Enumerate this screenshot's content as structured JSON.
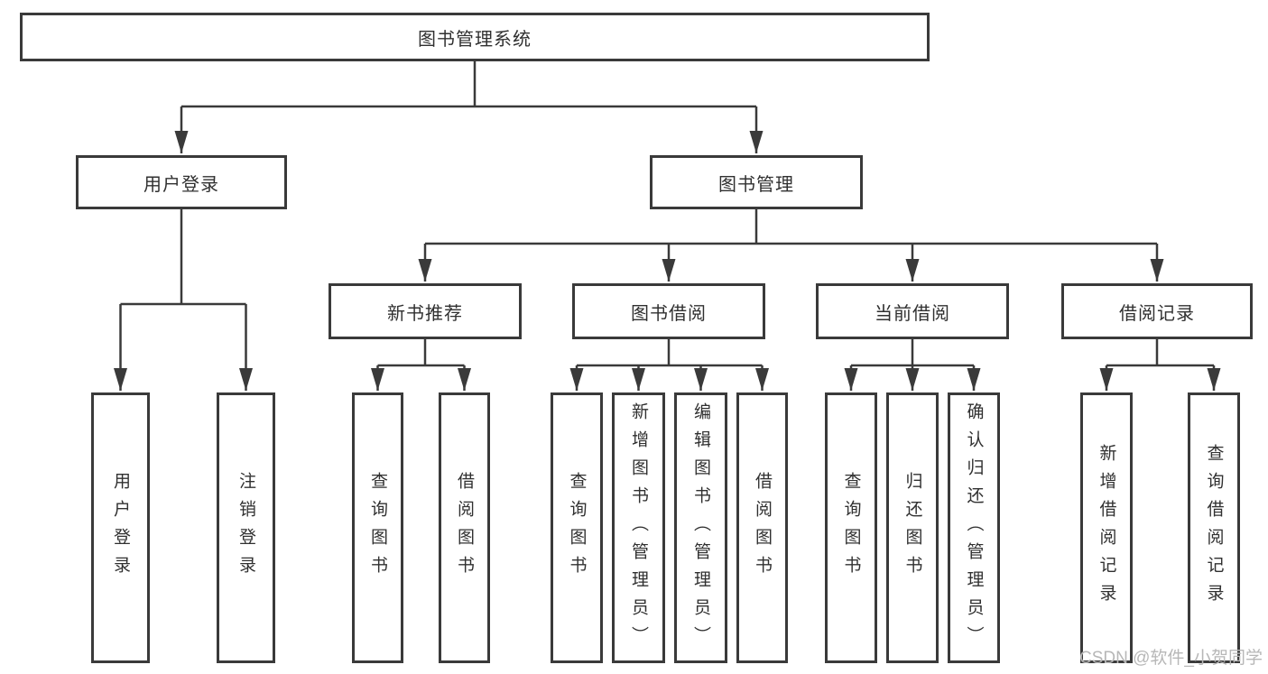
{
  "diagram": {
    "root": {
      "label": "图书管理系统"
    },
    "level2": [
      {
        "label": "用户登录"
      },
      {
        "label": "图书管理",
        "parent": "图书管理系统"
      }
    ],
    "level3": [
      {
        "label": "新书推荐",
        "parent": "图书管理"
      },
      {
        "label": "图书借阅",
        "parent": "图书管理"
      },
      {
        "label": "当前借阅",
        "parent": "图书管理"
      },
      {
        "label": "借阅记录",
        "parent": "图书管理"
      }
    ],
    "leaves": [
      {
        "label": "用户登录",
        "parent": "用户登录"
      },
      {
        "label": "注销登录",
        "parent": "用户登录"
      },
      {
        "label": "查询图书",
        "parent": "新书推荐"
      },
      {
        "label": "借阅图书",
        "parent": "新书推荐"
      },
      {
        "label": "查询图书",
        "parent": "图书借阅"
      },
      {
        "label": "新增图书（管理员）",
        "parent": "图书借阅"
      },
      {
        "label": "编辑图书（管理员）",
        "parent": "图书借阅"
      },
      {
        "label": "借阅图书",
        "parent": "图书借阅"
      },
      {
        "label": "查询图书",
        "parent": "当前借阅"
      },
      {
        "label": "归还图书",
        "parent": "当前借阅"
      },
      {
        "label": "确认归还（管理员）",
        "parent": "当前借阅"
      },
      {
        "label": "新增借阅记录",
        "parent": "借阅记录"
      },
      {
        "label": "查询借阅记录",
        "parent": "借阅记录"
      }
    ]
  },
  "watermark": {
    "text": "CSDN @软件_小贺同学"
  },
  "colors": {
    "line": "#3a3a3a",
    "text": "#303030",
    "background": "#ffffff",
    "box_background": "#ffffff",
    "watermark": "#b7b7b7"
  }
}
